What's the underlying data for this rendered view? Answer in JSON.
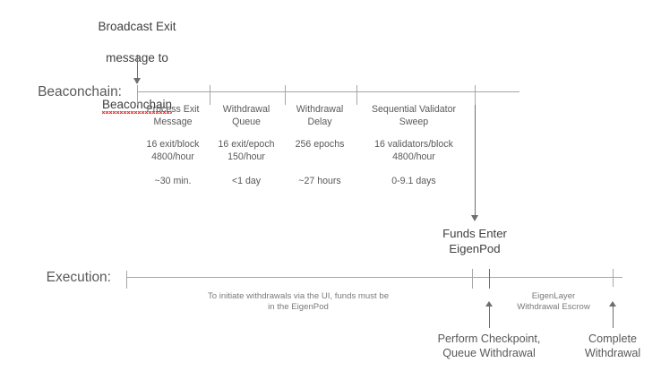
{
  "diagram": {
    "title_top": {
      "line1": "Broadcast Exit",
      "line2": "message to",
      "line3": "Beaconchain"
    },
    "lanes": {
      "beaconchain_label": "Beaconchain:",
      "execution_label": "Execution:"
    },
    "beaconchain_segments": [
      {
        "title": "Process Exit\nMessage",
        "rate": "16 exit/block\n4800/hour",
        "duration": "~30 min."
      },
      {
        "title": "Withdrawal\nQueue",
        "rate": "16 exit/epoch\n150/hour",
        "duration": "<1 day"
      },
      {
        "title": "Withdrawal\nDelay",
        "rate": "256 epochs",
        "duration": "~27 hours"
      },
      {
        "title": "Sequential Validator\nSweep",
        "rate": "16 validators/block\n4800/hour",
        "duration": "0-9.1 days"
      }
    ],
    "funds_enter": "Funds Enter\nEigenPod",
    "execution_note": "To initiate withdrawals via the UI, funds must be\nin the EigenPod",
    "escrow_note": "EigenLayer\nWithdrawal Escrow",
    "execution_events": [
      {
        "label": "Perform Checkpoint,\nQueue Withdrawal"
      },
      {
        "label": "Complete\nWithdrawal"
      }
    ],
    "colors": {
      "line": "#a6a6a6",
      "text": "#595959",
      "dark_text": "#404040",
      "muted_text": "#7a7a7a",
      "arrow": "#6e6e6e",
      "spellcheck_underline": "#e03b3b",
      "background": "#ffffff"
    }
  }
}
